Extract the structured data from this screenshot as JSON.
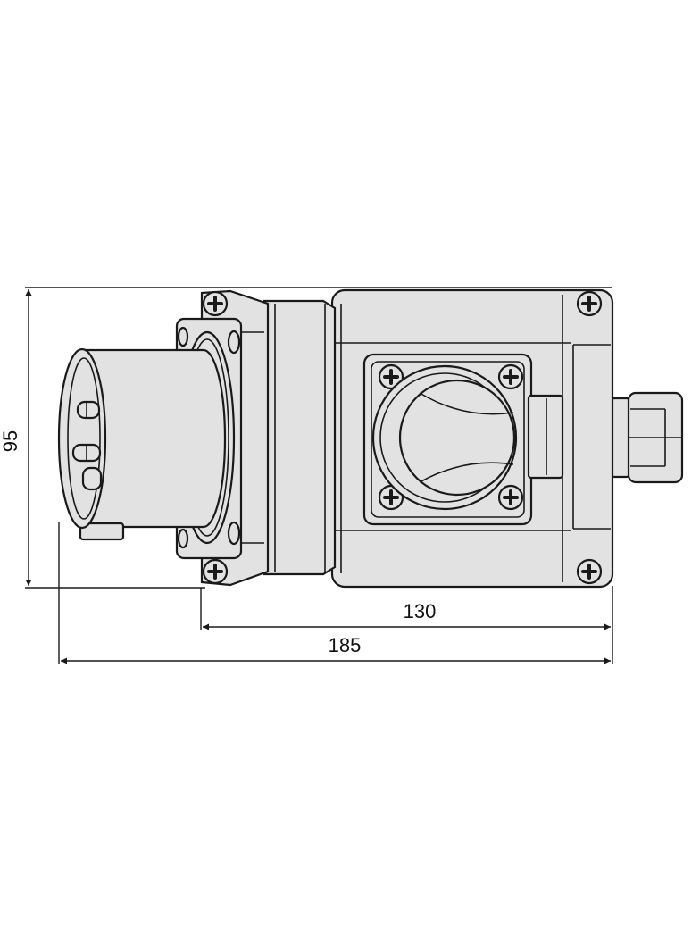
{
  "drawing": {
    "subject": "",
    "fill_color": "#e2e2e2",
    "line_color": "#1a1a1a"
  },
  "dimensions": {
    "height_label": "95",
    "body_width_label": "130",
    "total_width_label": "185"
  }
}
